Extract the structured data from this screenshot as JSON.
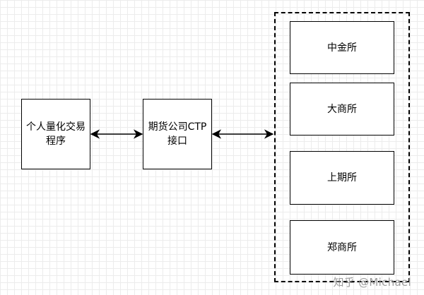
{
  "nodes": {
    "program": "个人量化交易程序",
    "ctp": "期货公司CTP接口"
  },
  "exchanges": [
    "中金所",
    "大商所",
    "上期所",
    "郑商所"
  ],
  "edges": [
    {
      "from": "个人量化交易程序",
      "to": "期货公司CTP接口",
      "direction": "bidirectional"
    },
    {
      "from": "期货公司CTP接口",
      "to": "exchanges-group",
      "direction": "bidirectional"
    }
  ],
  "watermark": "知乎 @Michael"
}
